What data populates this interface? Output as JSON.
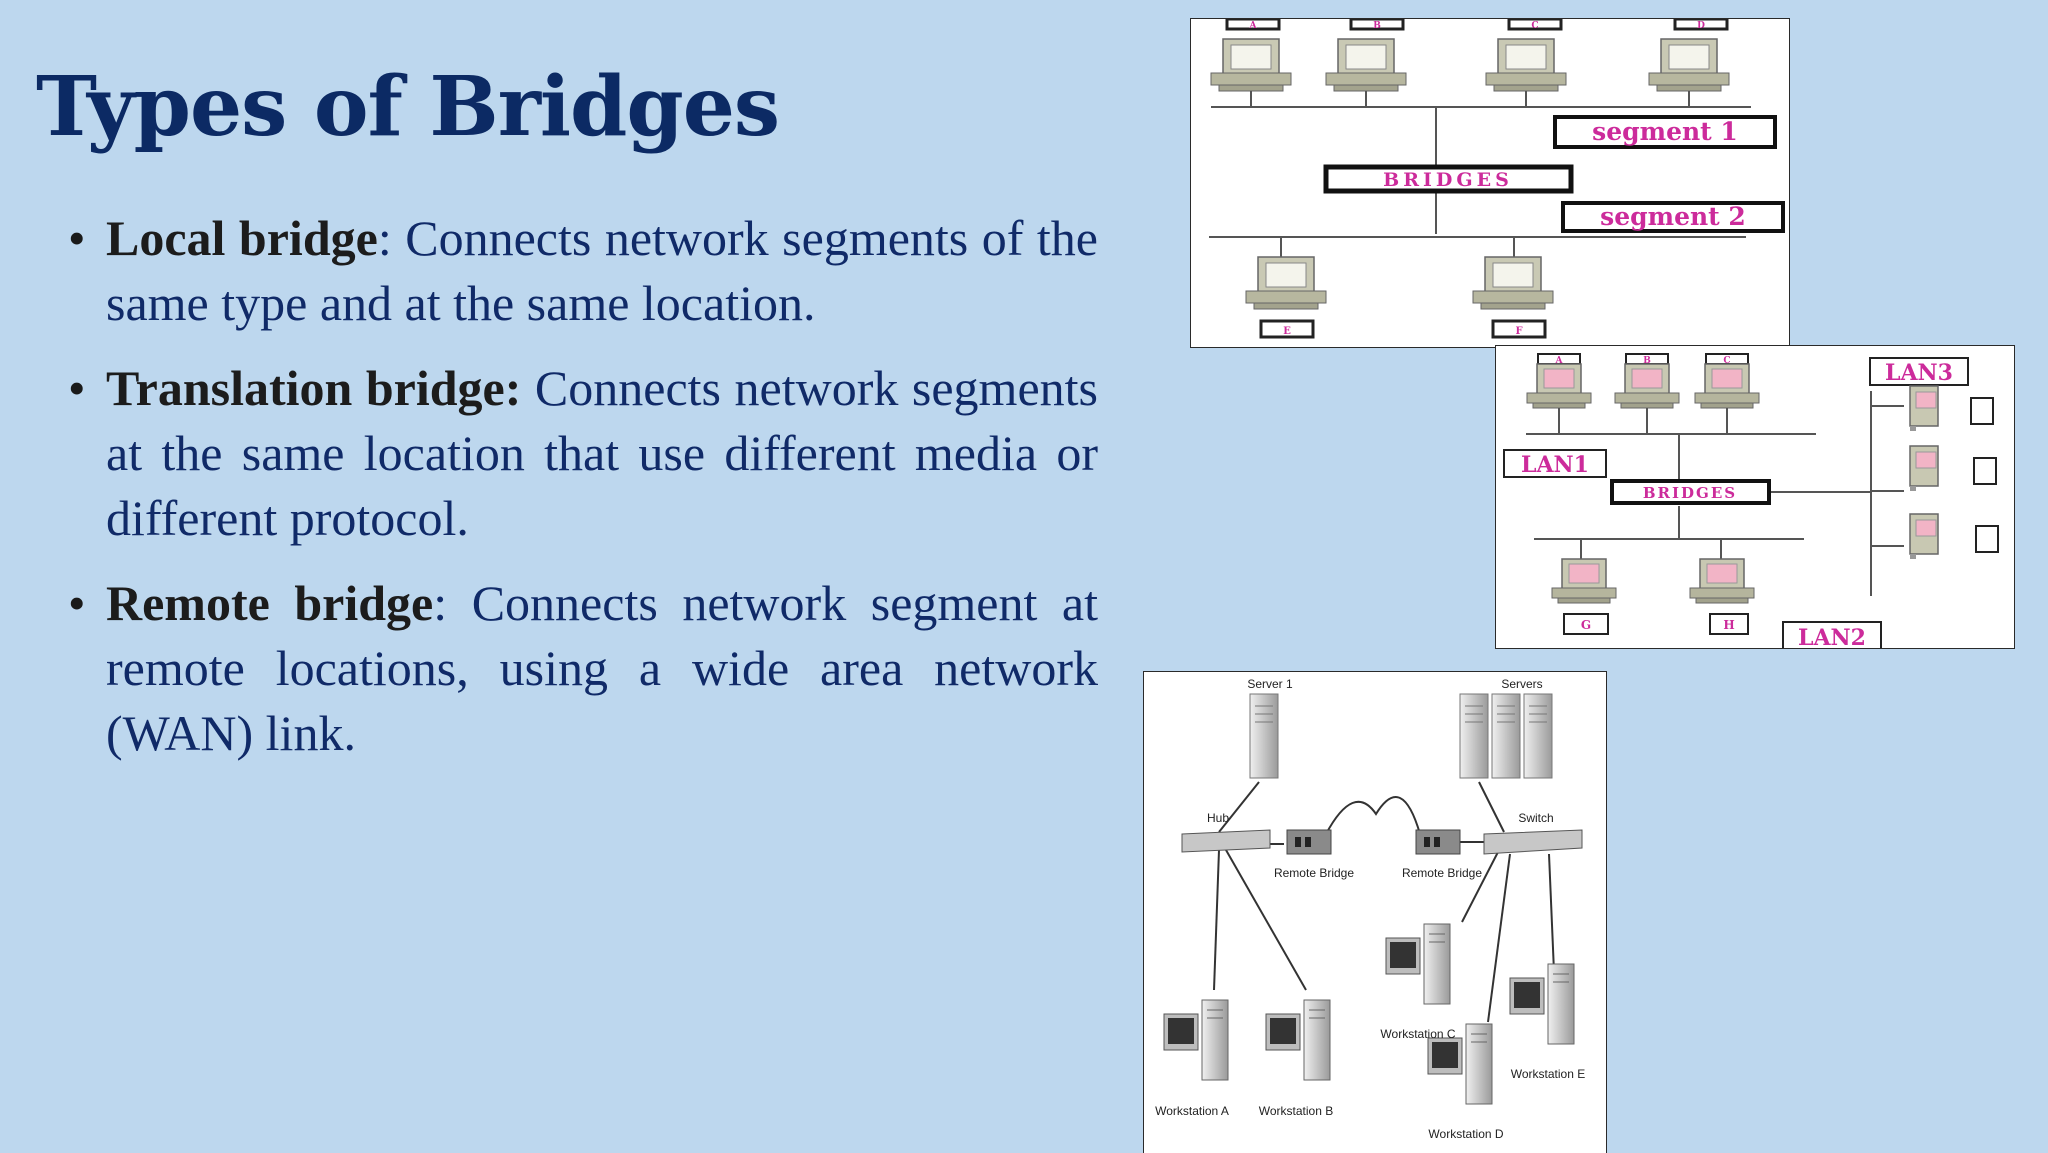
{
  "slide": {
    "title": "Types of Bridges",
    "bullets": [
      {
        "term": "Local bridge",
        "sep": ":",
        "text": " Connects network segments of the same type and at the same location."
      },
      {
        "term": "Translation bridge:",
        "sep": "",
        "text": " Connects network segments at the same location that use different media or different protocol."
      },
      {
        "term": "Remote bridge",
        "sep": ":",
        "text": " Connects network segment at remote locations, using a wide area network (WAN) link."
      }
    ],
    "bullet_glyph": "•"
  },
  "diagram1": {
    "segment1": "segment 1",
    "bridge": "BRIDGES",
    "segment2": "segment 2",
    "pc_labels": [
      "A",
      "B",
      "C",
      "D",
      "E",
      "F"
    ]
  },
  "diagram2": {
    "lan1": "LAN1",
    "lan2": "LAN2",
    "lan3": "LAN3",
    "bridge": "BRIDGES",
    "pc_labels": [
      "A",
      "B",
      "C",
      "G",
      "H"
    ]
  },
  "diagram3": {
    "server1": "Server 1",
    "servers": "Servers",
    "hub": "Hub",
    "switch": "Switch",
    "remote_bridge_left": "Remote Bridge",
    "remote_bridge_right": "Remote Bridge",
    "ws_a": "Workstation A",
    "ws_b": "Workstation B",
    "ws_c": "Workstation C",
    "ws_d": "Workstation D",
    "ws_e": "Workstation E"
  },
  "colors": {
    "background": "#bdd7ee",
    "title": "#0c2a64",
    "body_text": "#102a68",
    "diagram_label": "#cc2b9b"
  }
}
